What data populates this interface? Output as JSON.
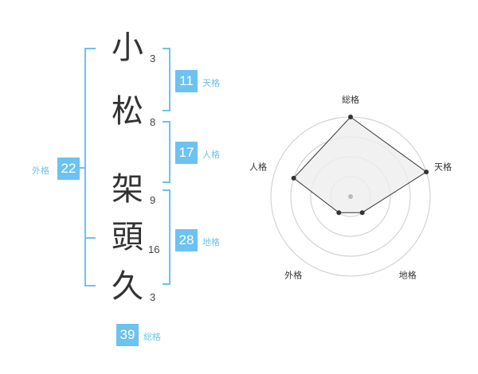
{
  "name": {
    "chars": [
      {
        "char": "小",
        "strokes": "3"
      },
      {
        "char": "松",
        "strokes": "8"
      },
      {
        "char": "架",
        "strokes": "9"
      },
      {
        "char": "頭",
        "strokes": "16"
      },
      {
        "char": "久",
        "strokes": "3"
      }
    ]
  },
  "kakusu": {
    "tenkaku": {
      "value": "11",
      "label": "天格"
    },
    "jinkaku": {
      "value": "17",
      "label": "人格"
    },
    "chikaku": {
      "value": "28",
      "label": "地格"
    },
    "gaikaku": {
      "value": "22",
      "label": "外格"
    },
    "soukaku": {
      "value": "39",
      "label": "総格"
    }
  },
  "chart_data": {
    "type": "radar",
    "axes": [
      "総格",
      "天格",
      "地格",
      "外格",
      "人格"
    ],
    "values": [
      4,
      4,
      1,
      1,
      3
    ],
    "max": 4,
    "rings": 4,
    "colors": {
      "line": "#333333",
      "fill": "#eeeeee",
      "ring": "#cccccc",
      "point": "#333333",
      "center": "#bbbbbb"
    }
  },
  "colors": {
    "accent": "#6cc2f0"
  }
}
